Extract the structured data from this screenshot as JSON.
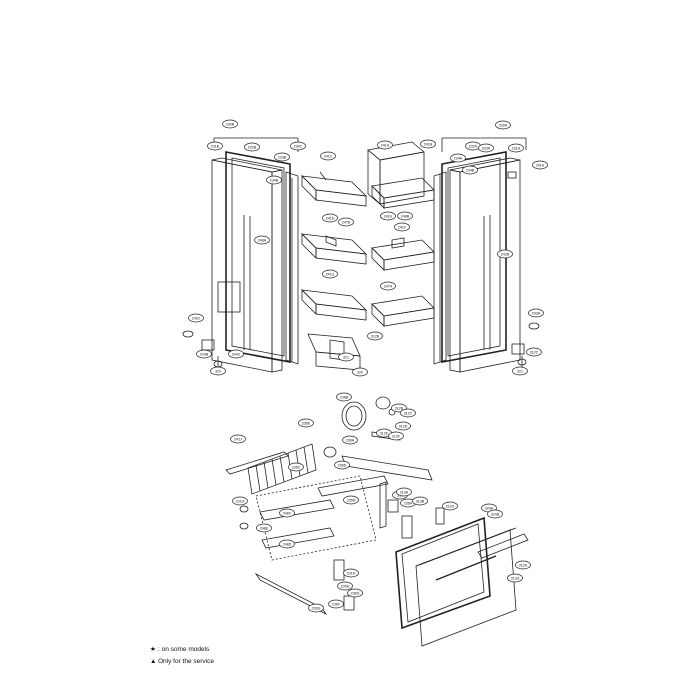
{
  "diagram": {
    "callouts_top": [
      "230B",
      "231B",
      "232B",
      "233B",
      "234B",
      "230C",
      "241C",
      "241A",
      "241B",
      "232A",
      "231A",
      "233A",
      "230A",
      "234A",
      "234B",
      "241D",
      "241E",
      "241F",
      "241G",
      "247A",
      "247B",
      "248B",
      "248A",
      "242B",
      "242C",
      "243A",
      "243B",
      "243C",
      "312C",
      "312B",
      "320",
      "320",
      "321",
      "321",
      "241H"
    ],
    "callouts_bottom": [
      "241J",
      "236E",
      "236C",
      "236D",
      "236A",
      "236B",
      "231G",
      "248C",
      "248D",
      "248E",
      "236H",
      "313",
      "312A",
      "312B",
      "312C",
      "312D",
      "312E",
      "312F",
      "313A",
      "313B",
      "324A",
      "324B",
      "231H",
      "235E",
      "235D",
      "233G",
      "236F",
      "236G",
      "313G",
      "312G"
    ]
  },
  "legend": {
    "some_models_symbol": "★",
    "some_models_text": ": on some models",
    "service_symbol": "▲",
    "service_text": "Only for the service"
  }
}
